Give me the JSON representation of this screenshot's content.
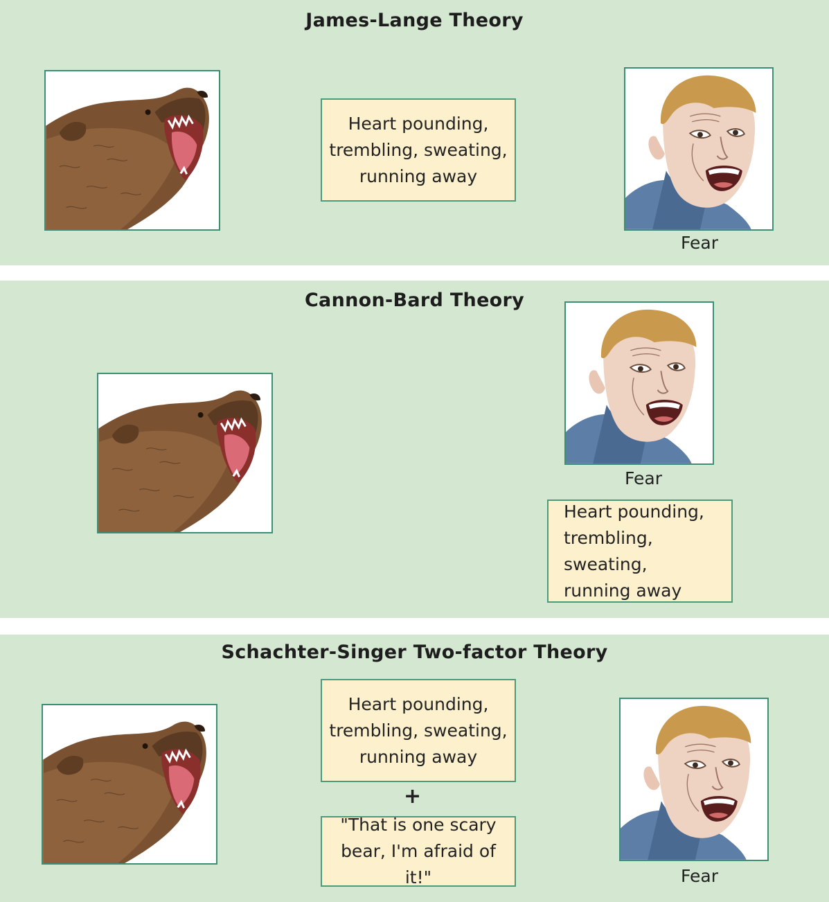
{
  "panels": {
    "james_lange": {
      "title": "James-Lange Theory",
      "response_lines": [
        "Heart pounding,",
        "trembling, sweating,",
        "running away"
      ],
      "emotion_caption": "Fear"
    },
    "cannon_bard": {
      "title": "Cannon-Bard Theory",
      "response_lines": [
        "Heart pounding,",
        "trembling, sweating,",
        "running away"
      ],
      "emotion_caption": "Fear"
    },
    "schachter_singer": {
      "title": "Schachter-Singer Two-factor Theory",
      "response_lines": [
        "Heart pounding,",
        "trembling, sweating,",
        "running away"
      ],
      "plus_sign": "+",
      "cognition_lines": [
        "\"That is one scary",
        "bear, I'm afraid of it!\""
      ],
      "emotion_caption": "Fear"
    }
  },
  "colors": {
    "panel_bg": "#d4e8d1",
    "box_fill": "#fdf1cd",
    "box_border": "#4c9a7c",
    "arrow": "#2a1a8a"
  }
}
